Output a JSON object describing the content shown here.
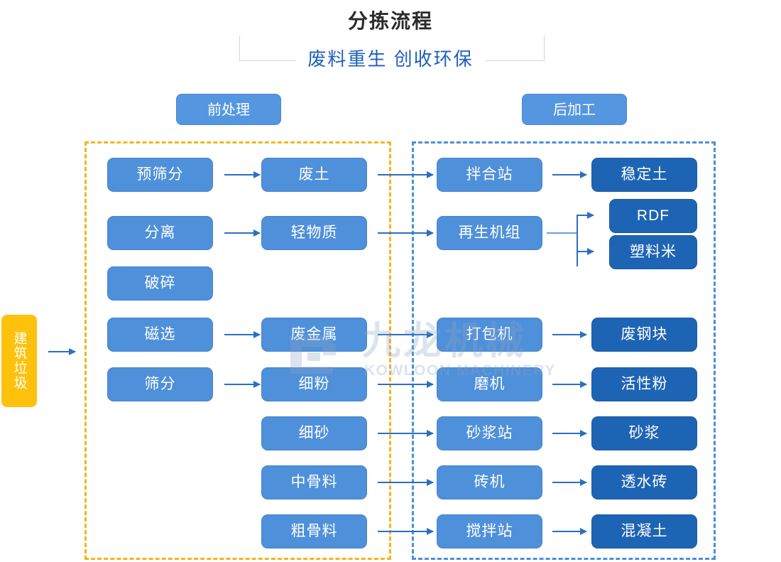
{
  "header": {
    "title": "分拣流程",
    "subtitle": "废料重生 创收环保"
  },
  "stages": [
    {
      "id": "pre",
      "label": "前处理"
    },
    {
      "id": "post",
      "label": "后加工"
    }
  ],
  "source": {
    "label": "建筑垃圾"
  },
  "watermark": {
    "cn": "九龙机械",
    "en": "KOWLOON MACHINERY"
  },
  "columns": {
    "pre_process": [
      {
        "label": "预筛分"
      },
      {
        "label": "分离"
      },
      {
        "label": "破碎"
      },
      {
        "label": "磁选"
      },
      {
        "label": "筛分"
      }
    ],
    "materials": [
      {
        "label": "废土"
      },
      {
        "label": "轻物质"
      },
      {
        "label": "废金属"
      },
      {
        "label": "细粉"
      },
      {
        "label": "细砂"
      },
      {
        "label": "中骨料"
      },
      {
        "label": "粗骨料"
      }
    ],
    "equipment": [
      {
        "label": "拌合站"
      },
      {
        "label": "再生机组"
      },
      {
        "label": "打包机"
      },
      {
        "label": "磨机"
      },
      {
        "label": "砂浆站"
      },
      {
        "label": "砖机"
      },
      {
        "label": "搅拌站"
      }
    ],
    "products": [
      {
        "label": "稳定土"
      },
      {
        "label": "RDF"
      },
      {
        "label": "塑料米"
      },
      {
        "label": "废钢块"
      },
      {
        "label": "活性粉"
      },
      {
        "label": "砂浆"
      },
      {
        "label": "透水砖"
      },
      {
        "label": "混凝土"
      }
    ]
  },
  "colors": {
    "title": "#2b2b2b",
    "subtitle": "#1f5fbf",
    "stage_label_bg": "#5596e0",
    "source_bg": "#fec10d",
    "node_light": "#4f90da",
    "node_dark": "#1e64b4",
    "region_pre_border": "#f5b51a",
    "region_post_border": "#4a90d9",
    "arrow": "#2a6fc4"
  }
}
